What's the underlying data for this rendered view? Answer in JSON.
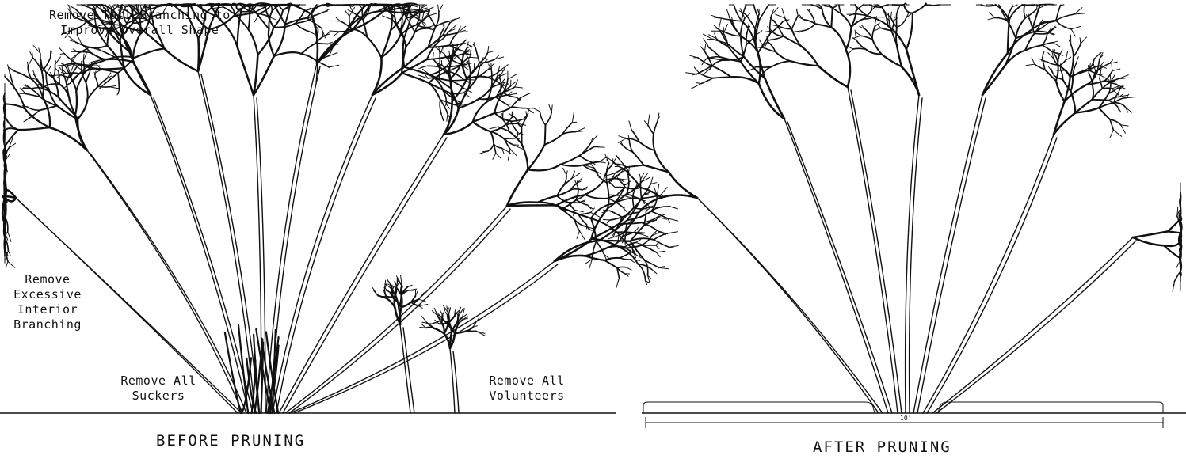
{
  "before": {
    "caption": "BEFORE PRUNING",
    "notes": {
      "tall_line1": "Remove Tall Branching to",
      "tall_line2": "Improve Overall Shape",
      "interior_line1": "Remove",
      "interior_line2": "Excessive",
      "interior_line3": "Interior",
      "interior_line4": "Branching",
      "suckers_line1": "Remove All",
      "suckers_line2": "Suckers",
      "volunteers_line1": "Remove All",
      "volunteers_line2": "Volunteers"
    }
  },
  "after": {
    "caption": "AFTER PRUNING",
    "dimension": "10'"
  },
  "colors": {
    "ink": "#111111",
    "paper": "#ffffff"
  }
}
